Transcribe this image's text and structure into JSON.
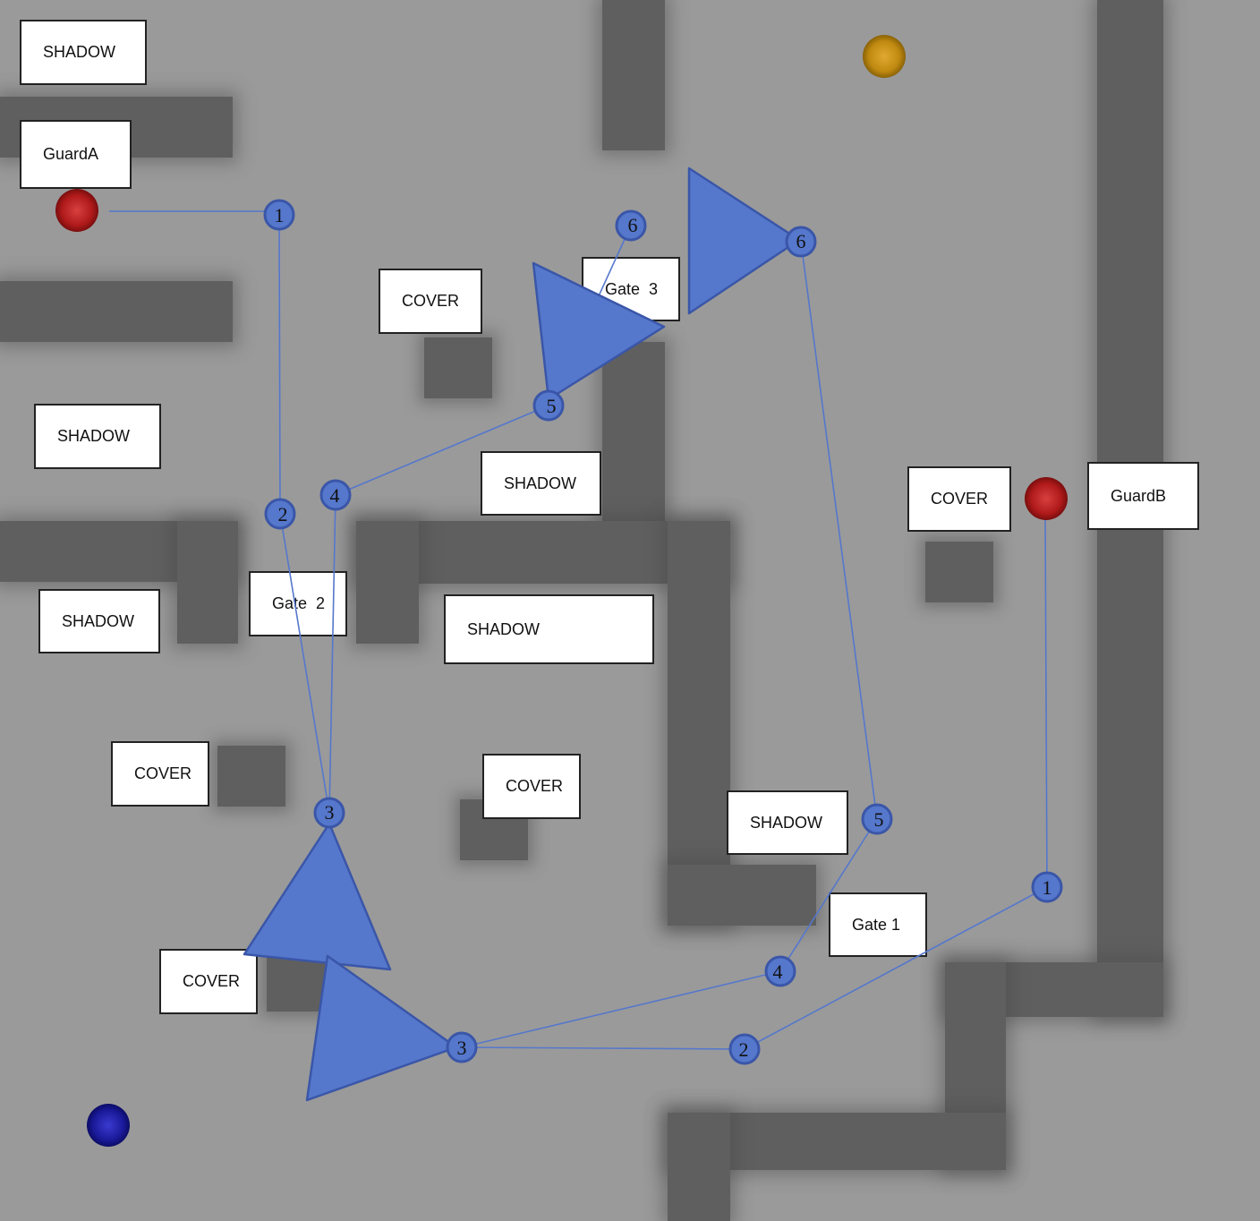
{
  "labels": {
    "shadow_1": "SHADOW",
    "guard_a": "GuardA",
    "shadow_2": "SHADOW",
    "cover_1": "COVER",
    "gate_3": "Gate  3",
    "shadow_3": "SHADOW",
    "shadow_4": "SHADOW",
    "gate_2": "Gate  2",
    "shadow_5": "SHADOW",
    "cover_2": "COVER",
    "guard_b": "GuardB",
    "cover_3": "COVER",
    "cover_4": "COVER",
    "shadow_6": "SHADOW",
    "gate_1": "Gate 1",
    "cover_5": "COVER"
  },
  "colors": {
    "floor": "#9a9a9a",
    "wall": "#5f5f5f",
    "path": "#5577cc",
    "waypoint_fill": "#5577cc",
    "waypoint_stroke": "#3a56a8",
    "guard_orb": "#b01a1a",
    "player_orb": "#1a1a9a",
    "goal_orb": "#c08a10"
  },
  "guard_a_path": [
    "1",
    "2",
    "3",
    "4",
    "5",
    "6"
  ],
  "guard_b_path": [
    "1",
    "2",
    "3",
    "4",
    "5",
    "6"
  ]
}
